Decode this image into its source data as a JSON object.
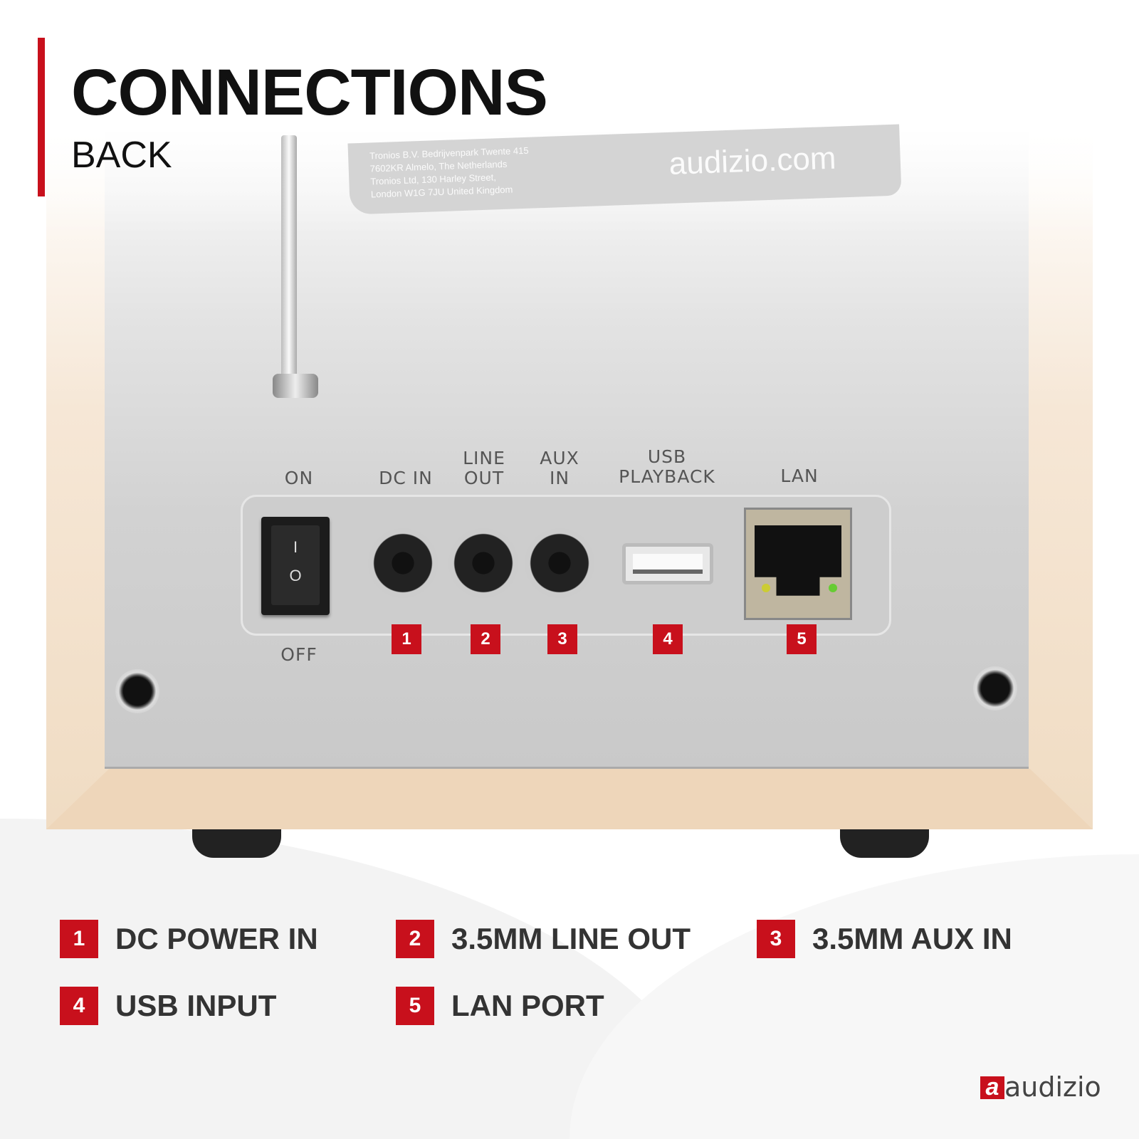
{
  "header": {
    "title": "CONNECTIONS",
    "subtitle": "BACK"
  },
  "device_label": {
    "lines": [
      "Tronios B.V. Bedrijvenpark Twente 415",
      "7602KR Almelo, The Netherlands",
      "Tronios Ltd, 130 Harley Street,",
      "London W1G 7JU United Kingdom"
    ],
    "website": "audizio.com"
  },
  "ports": {
    "on": "ON",
    "off": "OFF",
    "dc_in": "DC IN",
    "line_out": [
      "LINE",
      "OUT"
    ],
    "aux_in": [
      "AUX",
      "IN"
    ],
    "usb": [
      "USB",
      "PLAYBACK"
    ],
    "lan": "LAN",
    "switch_on_symbol": "I",
    "switch_off_symbol": "O"
  },
  "badges": [
    "1",
    "2",
    "3",
    "4",
    "5"
  ],
  "legend": [
    {
      "num": "1",
      "label": "DC POWER IN"
    },
    {
      "num": "2",
      "label": "3.5MM LINE OUT"
    },
    {
      "num": "3",
      "label": "3.5MM AUX IN"
    },
    {
      "num": "4",
      "label": "USB INPUT"
    },
    {
      "num": "5",
      "label": "LAN PORT"
    }
  ],
  "brand": {
    "logo_mark": "a",
    "name": "audizio",
    "accent": "#c8101c"
  }
}
